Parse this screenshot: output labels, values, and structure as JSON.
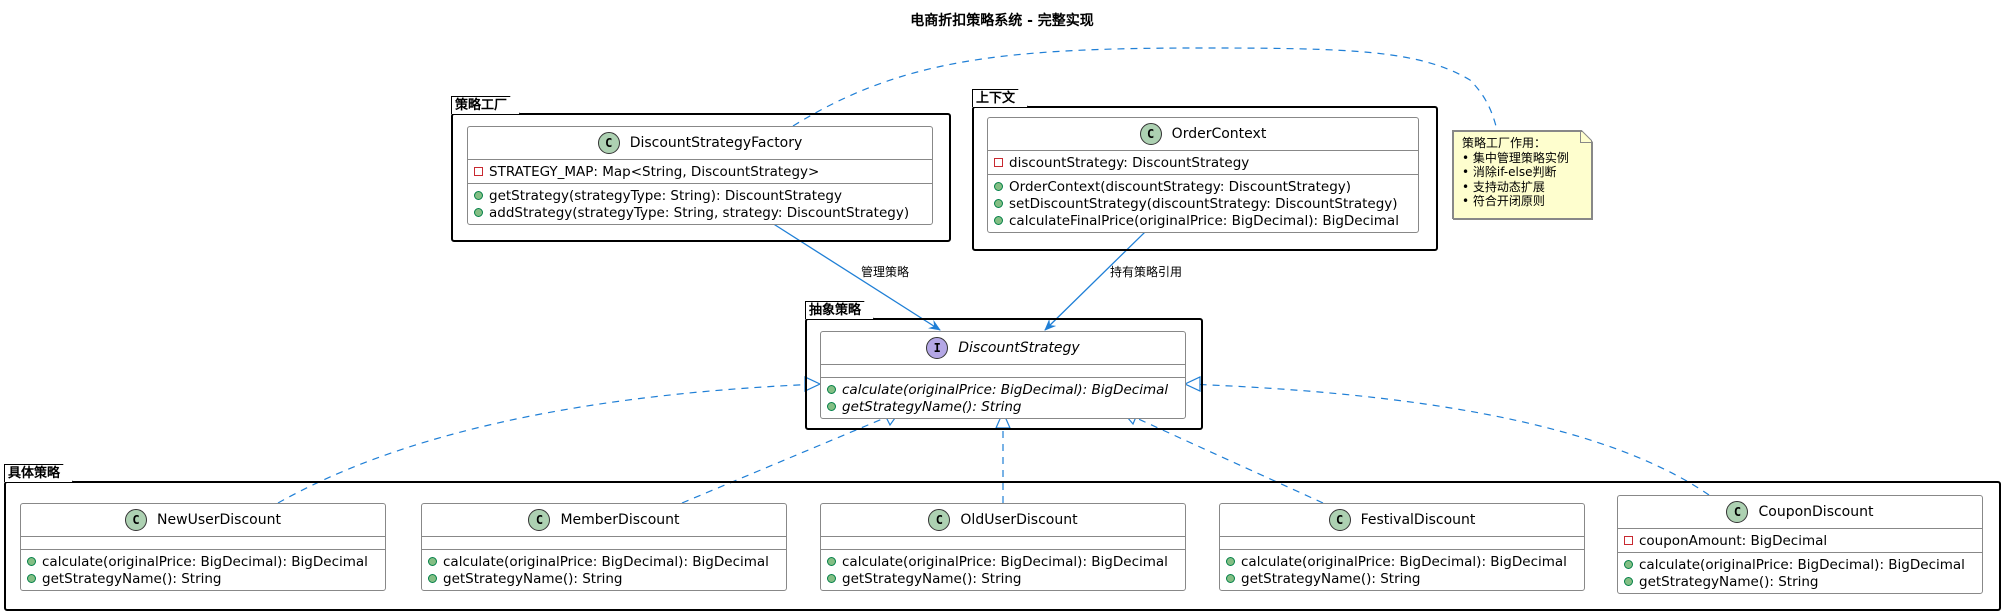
{
  "title": "电商折扣策略系统 - 完整实现",
  "packages": {
    "factory": {
      "label": "策略工厂"
    },
    "context": {
      "label": "上下文"
    },
    "abstract": {
      "label": "抽象策略"
    },
    "concrete": {
      "label": "具体策略"
    }
  },
  "classes": {
    "factory": {
      "kind": "class",
      "badge": "C",
      "name": "DiscountStrategyFactory",
      "fields": [
        {
          "visibility": "private",
          "text": "STRATEGY_MAP: Map<String, DiscountStrategy>"
        }
      ],
      "methods": [
        {
          "visibility": "public",
          "text": "getStrategy(strategyType: String): DiscountStrategy"
        },
        {
          "visibility": "public",
          "text": "addStrategy(strategyType: String, strategy: DiscountStrategy)"
        }
      ]
    },
    "context": {
      "kind": "class",
      "badge": "C",
      "name": "OrderContext",
      "fields": [
        {
          "visibility": "private",
          "text": "discountStrategy: DiscountStrategy"
        }
      ],
      "methods": [
        {
          "visibility": "public",
          "text": "OrderContext(discountStrategy: DiscountStrategy)"
        },
        {
          "visibility": "public",
          "text": "setDiscountStrategy(discountStrategy: DiscountStrategy)"
        },
        {
          "visibility": "public",
          "text": "calculateFinalPrice(originalPrice: BigDecimal): BigDecimal"
        }
      ]
    },
    "strategy": {
      "kind": "interface",
      "badge": "I",
      "name": "DiscountStrategy",
      "fields": [],
      "methods": [
        {
          "visibility": "public",
          "text": "calculate(originalPrice: BigDecimal): BigDecimal"
        },
        {
          "visibility": "public",
          "text": "getStrategyName(): String"
        }
      ]
    },
    "newUser": {
      "kind": "class",
      "badge": "C",
      "name": "NewUserDiscount",
      "fields": [],
      "methods": [
        {
          "visibility": "public",
          "text": "calculate(originalPrice: BigDecimal): BigDecimal"
        },
        {
          "visibility": "public",
          "text": "getStrategyName(): String"
        }
      ]
    },
    "member": {
      "kind": "class",
      "badge": "C",
      "name": "MemberDiscount",
      "fields": [],
      "methods": [
        {
          "visibility": "public",
          "text": "calculate(originalPrice: BigDecimal): BigDecimal"
        },
        {
          "visibility": "public",
          "text": "getStrategyName(): String"
        }
      ]
    },
    "oldUser": {
      "kind": "class",
      "badge": "C",
      "name": "OldUserDiscount",
      "fields": [],
      "methods": [
        {
          "visibility": "public",
          "text": "calculate(originalPrice: BigDecimal): BigDecimal"
        },
        {
          "visibility": "public",
          "text": "getStrategyName(): String"
        }
      ]
    },
    "festival": {
      "kind": "class",
      "badge": "C",
      "name": "FestivalDiscount",
      "fields": [],
      "methods": [
        {
          "visibility": "public",
          "text": "calculate(originalPrice: BigDecimal): BigDecimal"
        },
        {
          "visibility": "public",
          "text": "getStrategyName(): String"
        }
      ]
    },
    "coupon": {
      "kind": "class",
      "badge": "C",
      "name": "CouponDiscount",
      "fields": [
        {
          "visibility": "private",
          "text": "couponAmount: BigDecimal"
        }
      ],
      "methods": [
        {
          "visibility": "public",
          "text": "calculate(originalPrice: BigDecimal): BigDecimal"
        },
        {
          "visibility": "public",
          "text": "getStrategyName(): String"
        }
      ]
    }
  },
  "edges": {
    "factoryToStrategy": {
      "label": "管理策略",
      "type": "association"
    },
    "contextToStrategy": {
      "label": "持有策略引用",
      "type": "association"
    },
    "realizations": [
      "NewUserDiscount",
      "MemberDiscount",
      "OldUserDiscount",
      "FestivalDiscount",
      "CouponDiscount"
    ]
  },
  "note": {
    "lines": [
      "策略工厂作用：",
      "• 集中管理策略实例",
      "• 消除if-else判断",
      "• 支持动态扩展",
      "• 符合开闭原则"
    ]
  },
  "colors": {
    "edge": "#1f7fd6",
    "note_bg": "#fefece",
    "class_badge": "#add1b2",
    "interface_badge": "#b4a7e5",
    "public_dot": "#84be84",
    "private_square": "#c82930"
  }
}
